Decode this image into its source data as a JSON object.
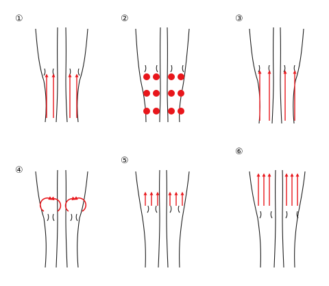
{
  "panels": [
    {
      "number": "①",
      "technique": "long-strokes-upward"
    },
    {
      "number": "②",
      "technique": "pressure-points"
    },
    {
      "number": "③",
      "technique": "strokes-upward-to-thigh"
    },
    {
      "number": "④",
      "technique": "circular-around-knee"
    },
    {
      "number": "⑤",
      "technique": "short-strokes-upward"
    },
    {
      "number": "⑥",
      "technique": "long-strokes-upper-thigh"
    }
  ],
  "colors": {
    "line": "#1a1a1a",
    "accent": "#e8161b"
  }
}
